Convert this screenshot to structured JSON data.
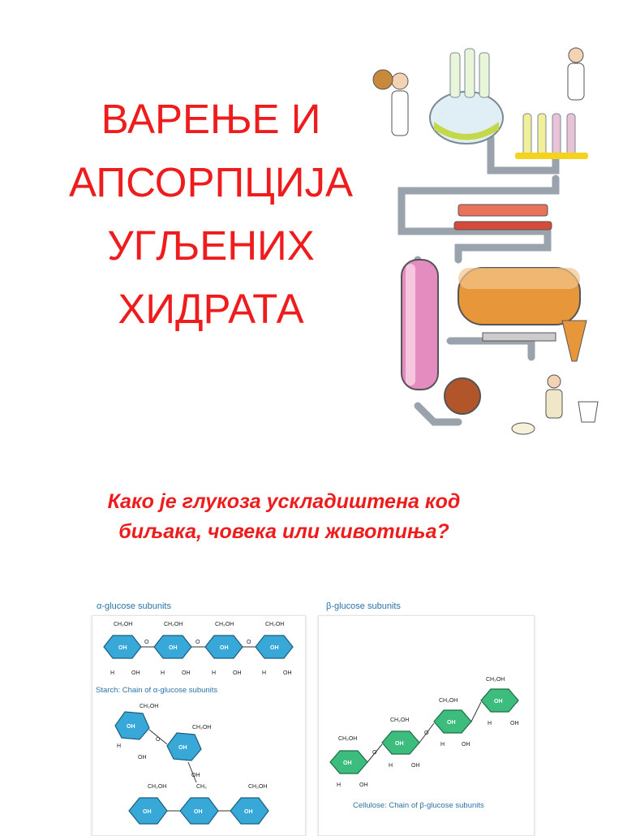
{
  "title_lines": [
    "ВАРЕЊЕ И",
    "АПСОРПЦИЈА",
    "УГЉЕНИХ",
    "ХИДРАТА"
  ],
  "question_lines": [
    "Како је глукоза ускладиштена код",
    "биљака, човека или животиња?"
  ],
  "diagram_left": {
    "header": "α-glucose subunits",
    "chain_caption": "Starch: Chain of α-glucose subunits",
    "ring_label": "OH",
    "ch2oh_label": "CH₂OH",
    "ch2_label": "CH₂",
    "h_label": "H",
    "o_label": "O"
  },
  "diagram_right": {
    "header": "β-glucose subunits",
    "chain_caption": "Cellulose: Chain of β-glucose subunits",
    "ring_label": "OH",
    "ch2oh_label": "CH₂OH",
    "h_label": "H",
    "o_label": "O"
  },
  "colors": {
    "title_red": "#ee1c1c",
    "alpha_ring": "#38a8d8",
    "beta_ring": "#3dbd7d",
    "caption_blue": "#2b73a8"
  }
}
